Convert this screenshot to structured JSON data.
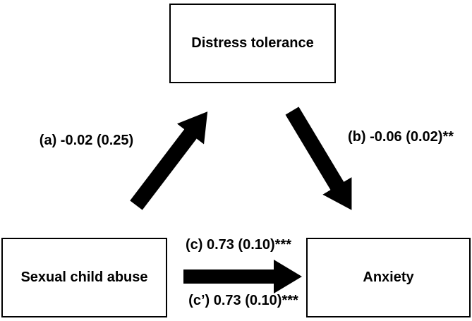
{
  "figure": {
    "background_color": "#ffffff",
    "box_border_color": "#000000",
    "text_color": "#000000",
    "arrow_color": "#000000",
    "boxes": [
      {
        "id": "distress_tolerance",
        "label": "Distress tolerance"
      },
      {
        "id": "sexual_child_abuse",
        "label": "Sexual child abuse"
      },
      {
        "id": "anxiety",
        "label": "Anxiety"
      }
    ],
    "paths": [
      {
        "id": "a",
        "from": "sexual_child_abuse",
        "to": "distress_tolerance",
        "label": "(a) -0.02 (0.25)"
      },
      {
        "id": "b",
        "from": "distress_tolerance",
        "to": "anxiety",
        "label": "(b) -0.06 (0.02)**"
      },
      {
        "id": "c",
        "from": "sexual_child_abuse",
        "to": "anxiety",
        "label": "(c) 0.73 (0.10)***"
      },
      {
        "id": "c_prime",
        "from": "sexual_child_abuse",
        "to": "anxiety",
        "label": "(c’) 0.73 (0.10)***"
      }
    ]
  }
}
